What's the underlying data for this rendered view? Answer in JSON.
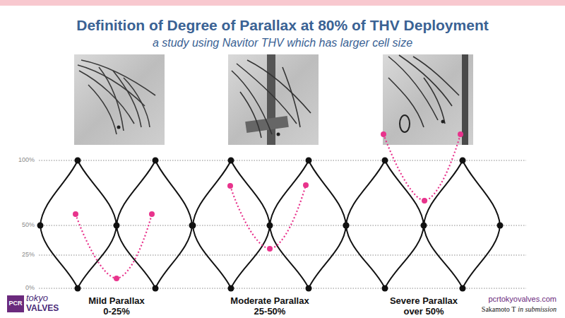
{
  "diagram": {
    "title": "Definition of Degree of Parallax at 80% of THV Deployment",
    "labels": [
      "a study using Navitor THV which has larger cell size",
      "100%",
      "50%",
      "25%",
      "0%",
      "Mild Parallax",
      "0-25%",
      "Moderate Parallax",
      "25-50%",
      "Severe Parallax",
      "over 50%",
      "PCR",
      "tokyo",
      "VALVES",
      "pcrtokyovalves.com",
      "Sakamoto T",
      "in submission"
    ]
  }
}
